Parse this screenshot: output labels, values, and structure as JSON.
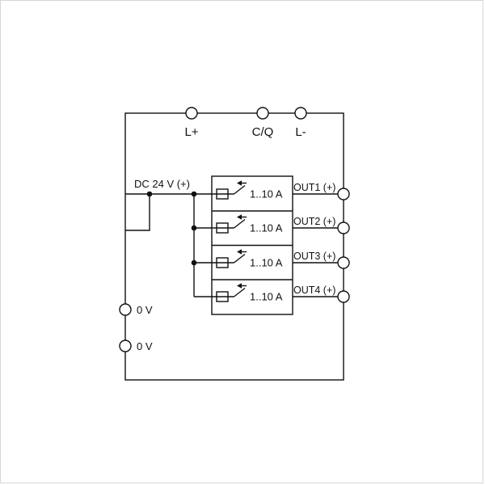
{
  "diagram": {
    "kind": "electronic-circuit-breaker-wiring-diagram",
    "colors": {
      "line": "#111111",
      "background": "#ffffff",
      "terminal_fill": "#ffffff"
    },
    "supply": {
      "label": "DC 24 V (+)"
    },
    "top_terminals": [
      {
        "label": "L+"
      },
      {
        "label": "C/Q"
      },
      {
        "label": "L-"
      }
    ],
    "channels": [
      {
        "rating": "1..10 A",
        "output_label": "OUT1 (+)"
      },
      {
        "rating": "1..10 A",
        "output_label": "OUT2 (+)"
      },
      {
        "rating": "1..10 A",
        "output_label": "OUT3 (+)"
      },
      {
        "rating": "1..10 A",
        "output_label": "OUT4 (+)"
      }
    ],
    "ground_terminals": [
      {
        "label": "0 V"
      },
      {
        "label": "0 V"
      }
    ]
  }
}
